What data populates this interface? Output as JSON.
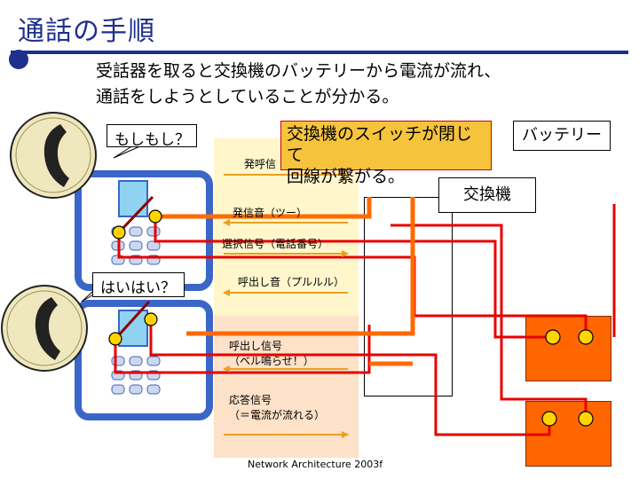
{
  "title": "通話の手順",
  "body": {
    "line1": "受話器を取ると交換機のバッテリーから電流が流れ、",
    "line2": "通話をしようとしていることが分かる。"
  },
  "callout": {
    "line1": "交換機のスイッチが閉じて",
    "line2": "回線が繋がる。"
  },
  "bubbles": {
    "caller": "もしもし？",
    "callee": "はいはい？"
  },
  "labels": {
    "battery": "バッテリー",
    "exchange": "交換機",
    "hasshin_partial": "発呼信",
    "dial_tone": "発信音（ツー）",
    "selection": "選択信号（電話番号）",
    "ringback": "呼出し音（プルルル）",
    "ring_signal_1": "呼出し信号",
    "ring_signal_2": "（ベル鳴らせ！）",
    "answer_1": "応答信号",
    "answer_2": "（＝電流が流れる）"
  },
  "footer": "Network Architecture 2003f",
  "colors": {
    "title": "#1e2f8c",
    "signal_line": "#e8a020",
    "wire_red": "#e60000",
    "thick_orange": "#ff6a00",
    "battery_orange": "#ff6600",
    "dot_yellow": "#ffd400"
  }
}
